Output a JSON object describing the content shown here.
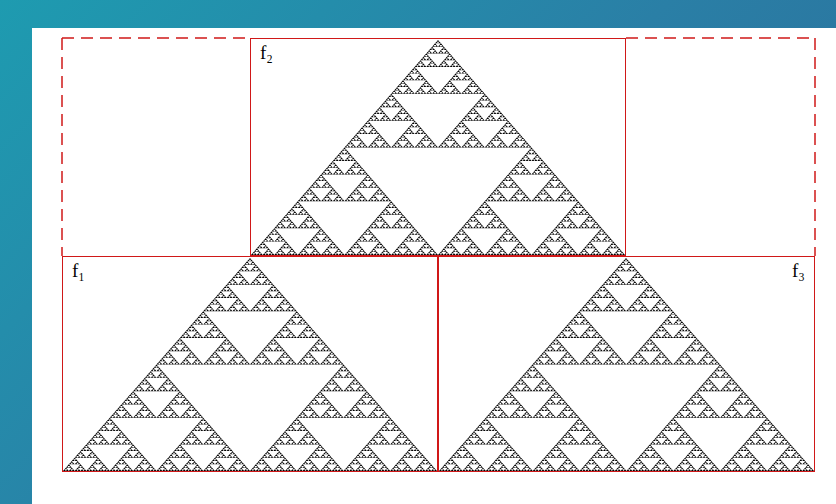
{
  "diagram": {
    "nodes": [
      {
        "text": [
          "f₂"
        ]
      },
      {
        "text": [
          "f₁"
        ]
      },
      {
        "text": [
          "f₃"
        ]
      }
    ]
  }
}
